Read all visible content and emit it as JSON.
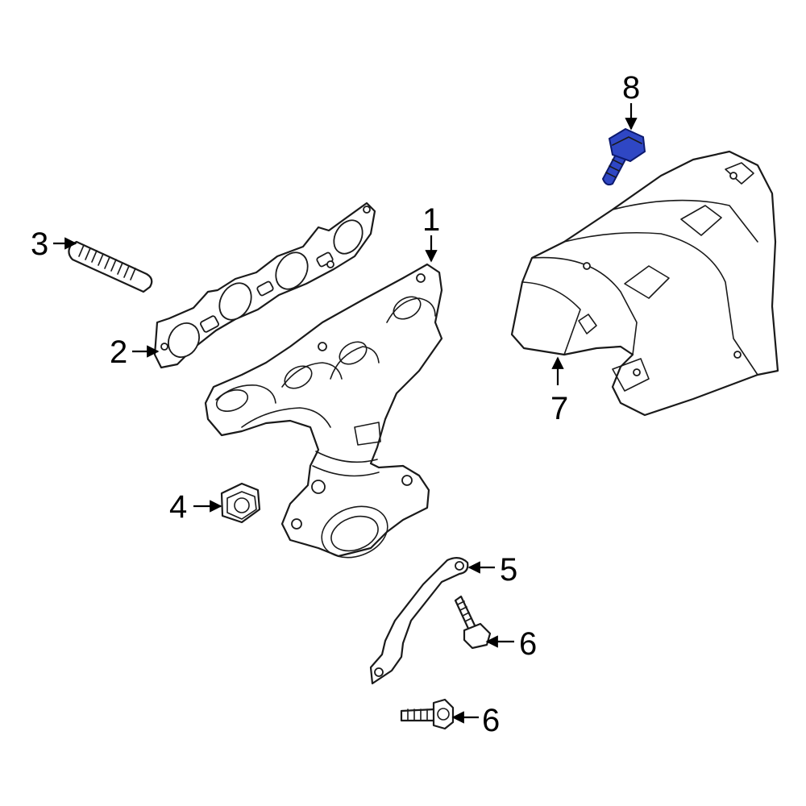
{
  "diagram": {
    "highlight_color": "#2f47c4",
    "callouts": {
      "c1": "1",
      "c2": "2",
      "c3": "3",
      "c4": "4",
      "c5": "5",
      "c6a": "6",
      "c6b": "6",
      "c7": "7",
      "c8": "8"
    }
  }
}
